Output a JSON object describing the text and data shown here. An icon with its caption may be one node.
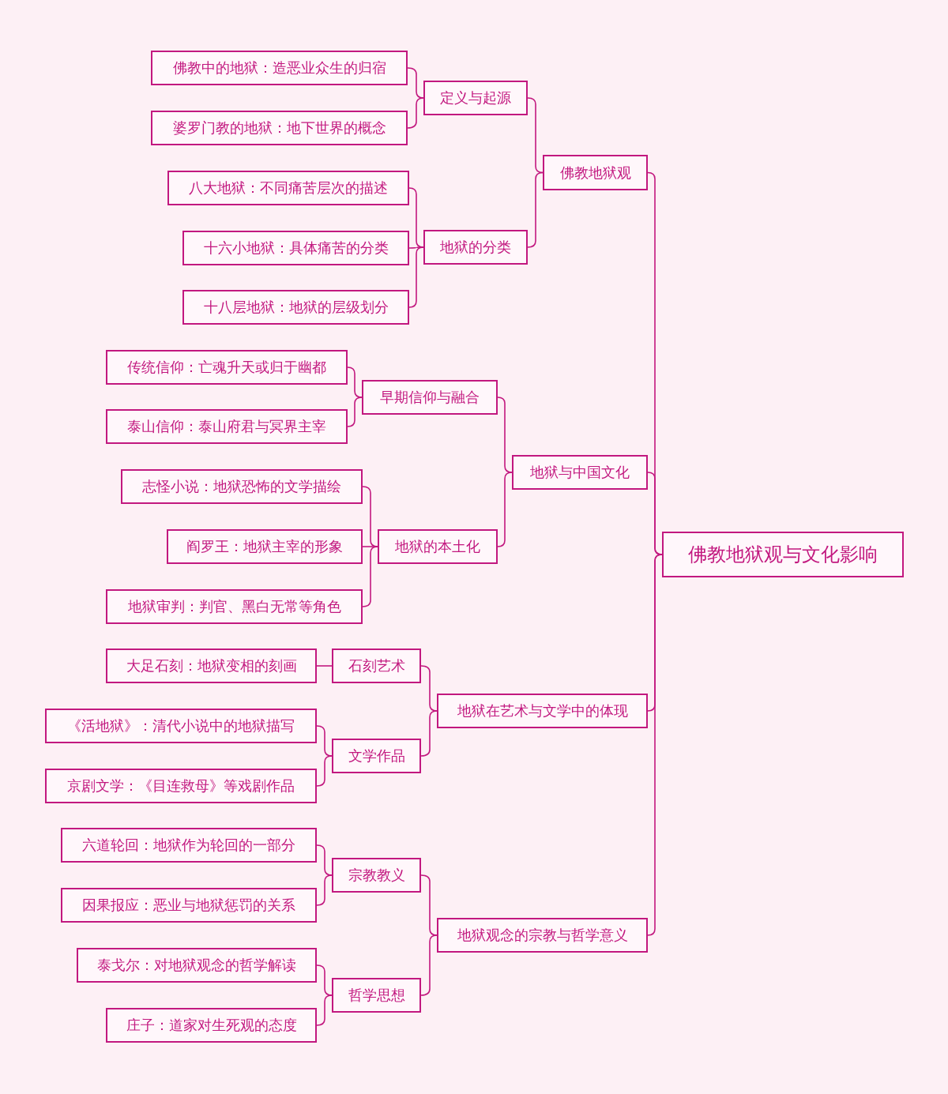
{
  "diagram": {
    "nodes": [
      {
        "text": [
          "佛教地狱观与文化影响"
        ]
      },
      {
        "text": [
          "佛教地狱观"
        ]
      },
      {
        "text": [
          "定义与起源"
        ]
      },
      {
        "text": [
          "佛教中的地狱：造恶业众生的归宿"
        ]
      },
      {
        "text": [
          "婆罗门教的地狱：地下世界的概念"
        ]
      },
      {
        "text": [
          "地狱的分类"
        ]
      },
      {
        "text": [
          "八大地狱：不同痛苦层次的描述"
        ]
      },
      {
        "text": [
          "十六小地狱：具体痛苦的分类"
        ]
      },
      {
        "text": [
          "十八层地狱：地狱的层级划分"
        ]
      },
      {
        "text": [
          "地狱与中国文化"
        ]
      },
      {
        "text": [
          "早期信仰与融合"
        ]
      },
      {
        "text": [
          "传统信仰：亡魂升天或归于幽都"
        ]
      },
      {
        "text": [
          "泰山信仰：泰山府君与冥界主宰"
        ]
      },
      {
        "text": [
          "地狱的本土化"
        ]
      },
      {
        "text": [
          "志怪小说：地狱恐怖的文学描绘"
        ]
      },
      {
        "text": [
          "阎罗王：地狱主宰的形象"
        ]
      },
      {
        "text": [
          "地狱审判：判官、黑白无常等角色"
        ]
      },
      {
        "text": [
          "地狱在艺术与文学中的体现"
        ]
      },
      {
        "text": [
          "石刻艺术"
        ]
      },
      {
        "text": [
          "大足石刻：地狱变相的刻画"
        ]
      },
      {
        "text": [
          "文学作品"
        ]
      },
      {
        "text": [
          "《活地狱》：清代小说中的地狱描写"
        ]
      },
      {
        "text": [
          "京剧文学：《目连救母》等戏剧作品"
        ]
      },
      {
        "text": [
          "地狱观念的宗教与哲学意义"
        ]
      },
      {
        "text": [
          "宗教教义"
        ]
      },
      {
        "text": [
          "六道轮回：地狱作为轮回的一部分"
        ]
      },
      {
        "text": [
          "因果报应：恶业与地狱惩罚的关系"
        ]
      },
      {
        "text": [
          "哲学思想"
        ]
      },
      {
        "text": [
          "泰戈尔：对地狱观念的哲学解读"
        ]
      },
      {
        "text": [
          "庄子：道家对生死观的态度"
        ]
      }
    ],
    "edges": [
      {
        "from": 0,
        "to": 1,
        "arrow": "none"
      },
      {
        "from": 1,
        "to": 2,
        "arrow": "none"
      },
      {
        "from": 2,
        "to": 3,
        "arrow": "none"
      },
      {
        "from": 2,
        "to": 4,
        "arrow": "none"
      },
      {
        "from": 1,
        "to": 5,
        "arrow": "none"
      },
      {
        "from": 5,
        "to": 6,
        "arrow": "none"
      },
      {
        "from": 5,
        "to": 7,
        "arrow": "none"
      },
      {
        "from": 5,
        "to": 8,
        "arrow": "none"
      },
      {
        "from": 0,
        "to": 9,
        "arrow": "none"
      },
      {
        "from": 9,
        "to": 10,
        "arrow": "none"
      },
      {
        "from": 10,
        "to": 11,
        "arrow": "none"
      },
      {
        "from": 10,
        "to": 12,
        "arrow": "none"
      },
      {
        "from": 9,
        "to": 13,
        "arrow": "none"
      },
      {
        "from": 13,
        "to": 14,
        "arrow": "none"
      },
      {
        "from": 13,
        "to": 15,
        "arrow": "none"
      },
      {
        "from": 13,
        "to": 16,
        "arrow": "none"
      },
      {
        "from": 0,
        "to": 17,
        "arrow": "none"
      },
      {
        "from": 17,
        "to": 18,
        "arrow": "none"
      },
      {
        "from": 18,
        "to": 19,
        "arrow": "none"
      },
      {
        "from": 17,
        "to": 20,
        "arrow": "none"
      },
      {
        "from": 20,
        "to": 21,
        "arrow": "none"
      },
      {
        "from": 20,
        "to": 22,
        "arrow": "none"
      },
      {
        "from": 0,
        "to": 23,
        "arrow": "none"
      },
      {
        "from": 23,
        "to": 24,
        "arrow": "none"
      },
      {
        "from": 24,
        "to": 25,
        "arrow": "none"
      },
      {
        "from": 24,
        "to": 26,
        "arrow": "none"
      },
      {
        "from": 23,
        "to": 27,
        "arrow": "none"
      },
      {
        "from": 27,
        "to": 28,
        "arrow": "none"
      },
      {
        "from": 27,
        "to": 29,
        "arrow": "none"
      }
    ]
  }
}
